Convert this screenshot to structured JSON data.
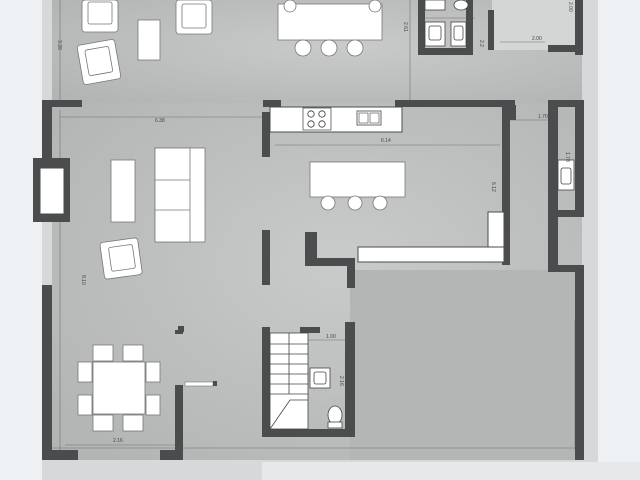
{
  "floor_plan": {
    "dimensions": {
      "top_left_height": "3.39",
      "top_mid_height": "2.61",
      "top_bath_width": "2.2",
      "top_right_height": "2.00",
      "top_right_width": "2.00",
      "living_width": "6.38",
      "kitchen_width": "6.14",
      "right_bath_width": "1.70",
      "right_bath_height": "1.78",
      "kitchen_height": "6.12",
      "left_height": "8.10",
      "stair_bath_width": "1.00",
      "stair_bath_height": "2.16",
      "dining_width": "2.16"
    },
    "colors": {
      "wall": "#4a4c4e",
      "floor": "#bdbfbf",
      "floor_light": "#d2d4d4",
      "furniture": "#ffffff",
      "outline": "#707274",
      "background": "#eef1f3"
    }
  }
}
